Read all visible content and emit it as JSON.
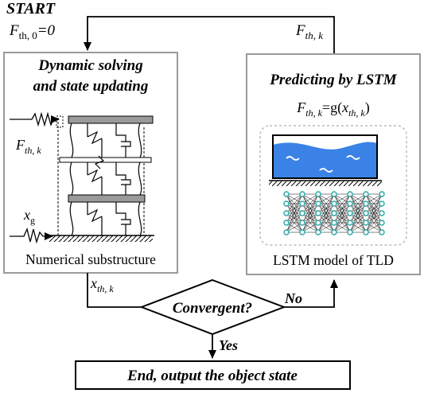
{
  "start_label": "START",
  "f_init": {
    "sym": "F",
    "sub": "th, 0",
    "rest": "=0"
  },
  "f_top_right": {
    "sym": "F",
    "sub": "th, k"
  },
  "left_box": {
    "title_line1": "Dynamic solving",
    "title_line2": "and state updating",
    "force_label": {
      "sym": "F",
      "sub": "th, k"
    },
    "ground_label": {
      "sym": "x",
      "sub": "g"
    },
    "caption": "Numerical substructure"
  },
  "right_box": {
    "title": "Predicting by LSTM",
    "equation": {
      "lhs": "F",
      "lhs_sub": "th, k",
      "eq": "=g(",
      "arg": "x",
      "arg_sub": "th, k",
      "close": ")"
    },
    "caption": "LSTM model of TLD"
  },
  "x_label": {
    "sym": "x",
    "sub": "th, k"
  },
  "decision": {
    "label": "Convergent?",
    "no_label": "No",
    "yes_label": "Yes"
  },
  "end_label": "End, output the object state",
  "colors": {
    "water": "#3b82e6",
    "node": "#2aa7a7",
    "frame_gray": "#9a9a9a",
    "dashed_border": "#bbbbbb"
  }
}
